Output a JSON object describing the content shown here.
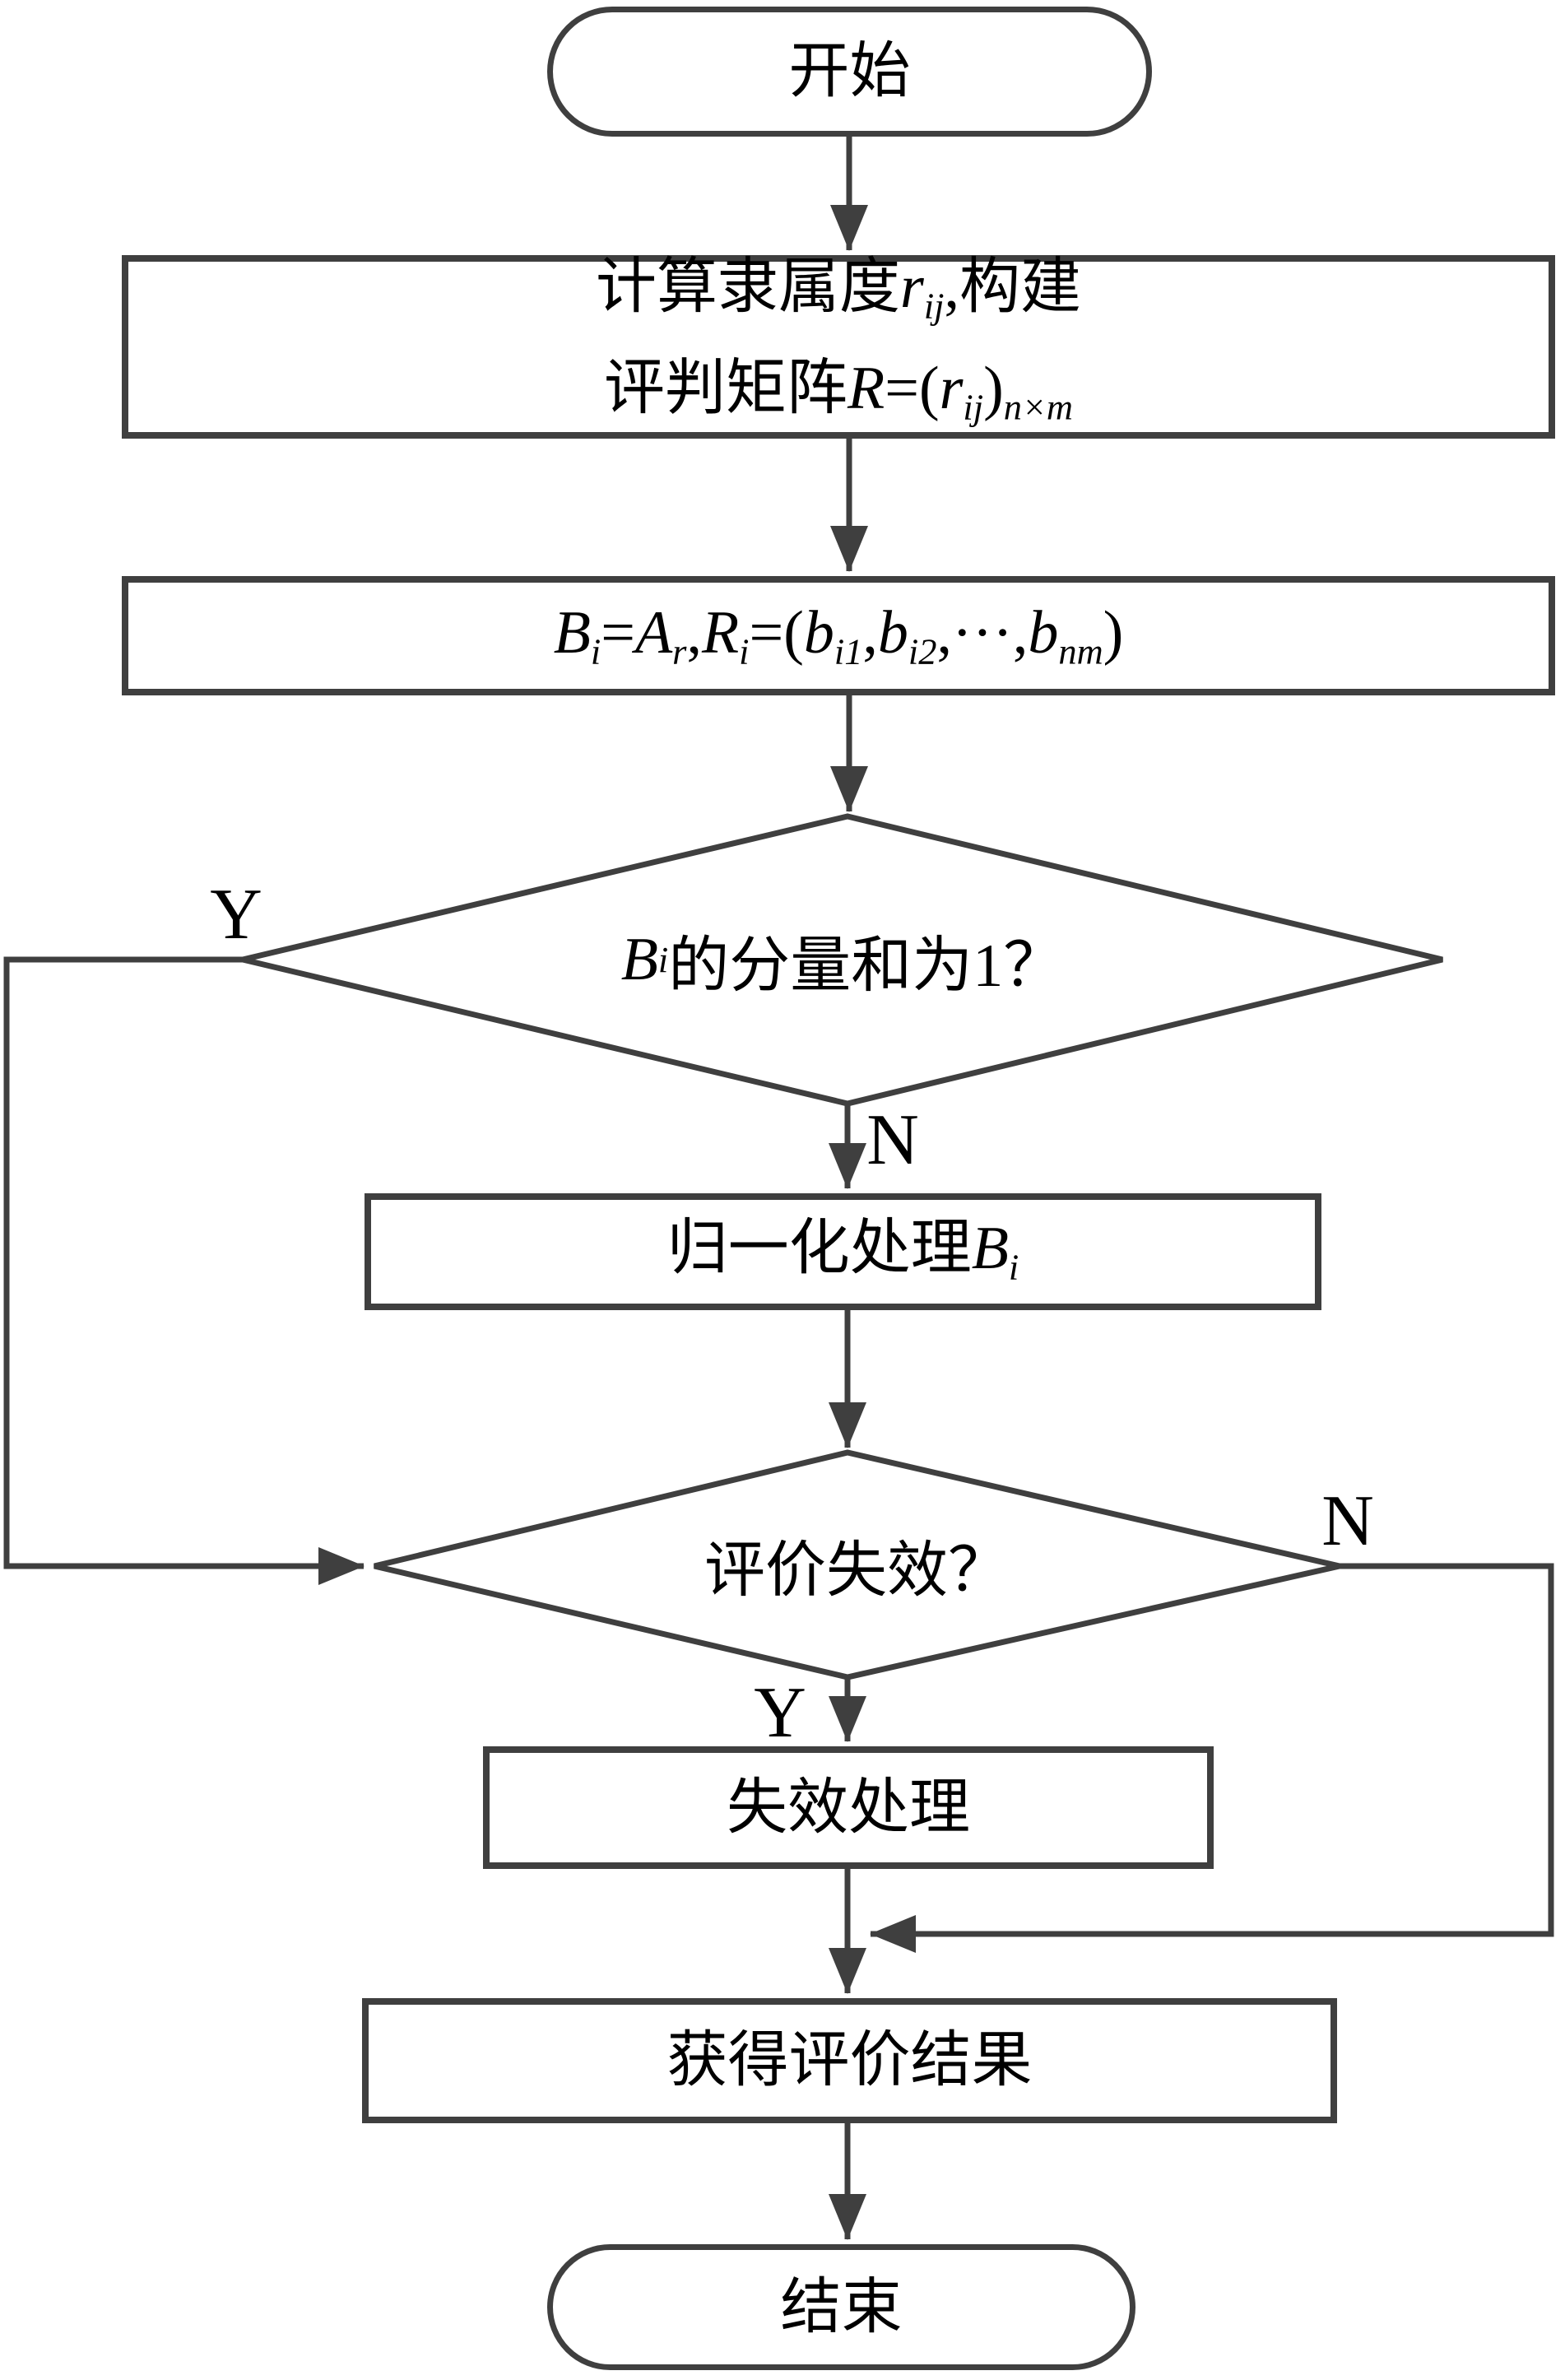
{
  "colors": {
    "stroke": "#3f3f3f",
    "text": "#000000",
    "background": "#ffffff"
  },
  "nodes": {
    "start": {
      "type": "terminator",
      "label_parts": [
        {
          "t": "开始"
        }
      ]
    },
    "build_matrix": {
      "type": "process",
      "line1": [
        {
          "t": "计算隶属度"
        },
        {
          "t": "r",
          "m": 1
        },
        {
          "t": "ij",
          "m": 1,
          "sub": 1
        },
        {
          "t": ",构建"
        }
      ],
      "line2": [
        {
          "t": "评判矩阵"
        },
        {
          "t": "R",
          "m": 1
        },
        {
          "t": "=("
        },
        {
          "t": "r",
          "m": 1
        },
        {
          "t": "ij",
          "m": 1,
          "sub": 1
        },
        {
          "t": ")"
        },
        {
          "t": "n×m",
          "m": 1,
          "sub": 1
        }
      ]
    },
    "compute_b": {
      "type": "process",
      "label_parts": [
        {
          "t": "B",
          "m": 1
        },
        {
          "t": "i",
          "m": 1,
          "sub": 1
        },
        {
          "t": "="
        },
        {
          "t": "A",
          "m": 1
        },
        {
          "t": "r",
          "m": 1,
          "sub": 1
        },
        {
          "t": ","
        },
        {
          "t": "R",
          "m": 1
        },
        {
          "t": "i",
          "m": 1,
          "sub": 1
        },
        {
          "t": "=("
        },
        {
          "t": "b",
          "m": 1
        },
        {
          "t": "i1",
          "m": 1,
          "sub": 1
        },
        {
          "t": ","
        },
        {
          "t": "b",
          "m": 1
        },
        {
          "t": "i2",
          "m": 1,
          "sub": 1
        },
        {
          "t": ",···,"
        },
        {
          "t": "b",
          "m": 1
        },
        {
          "t": "nm",
          "m": 1,
          "sub": 1
        },
        {
          "t": ")"
        }
      ]
    },
    "sum_check": {
      "type": "decision",
      "label_parts": [
        {
          "t": "B",
          "m": 1
        },
        {
          "t": "i",
          "m": 1,
          "sub": 1
        },
        {
          "t": "的分量和为1？"
        }
      ]
    },
    "normalize": {
      "type": "process",
      "label_parts": [
        {
          "t": "归一化处理"
        },
        {
          "t": "B",
          "m": 1
        },
        {
          "t": "i",
          "m": 1,
          "sub": 1
        }
      ]
    },
    "failure_check": {
      "type": "decision",
      "label_parts": [
        {
          "t": "评价失效？"
        }
      ]
    },
    "failure_handling": {
      "type": "process",
      "label_parts": [
        {
          "t": "失效处理"
        }
      ]
    },
    "get_result": {
      "type": "process",
      "label_parts": [
        {
          "t": "获得评价结果"
        }
      ]
    },
    "end": {
      "type": "terminator",
      "label_parts": [
        {
          "t": "结束"
        }
      ]
    }
  },
  "edge_labels": {
    "sum_yes": "Y",
    "sum_no": "N",
    "failure_no": "N",
    "failure_yes": "Y"
  }
}
